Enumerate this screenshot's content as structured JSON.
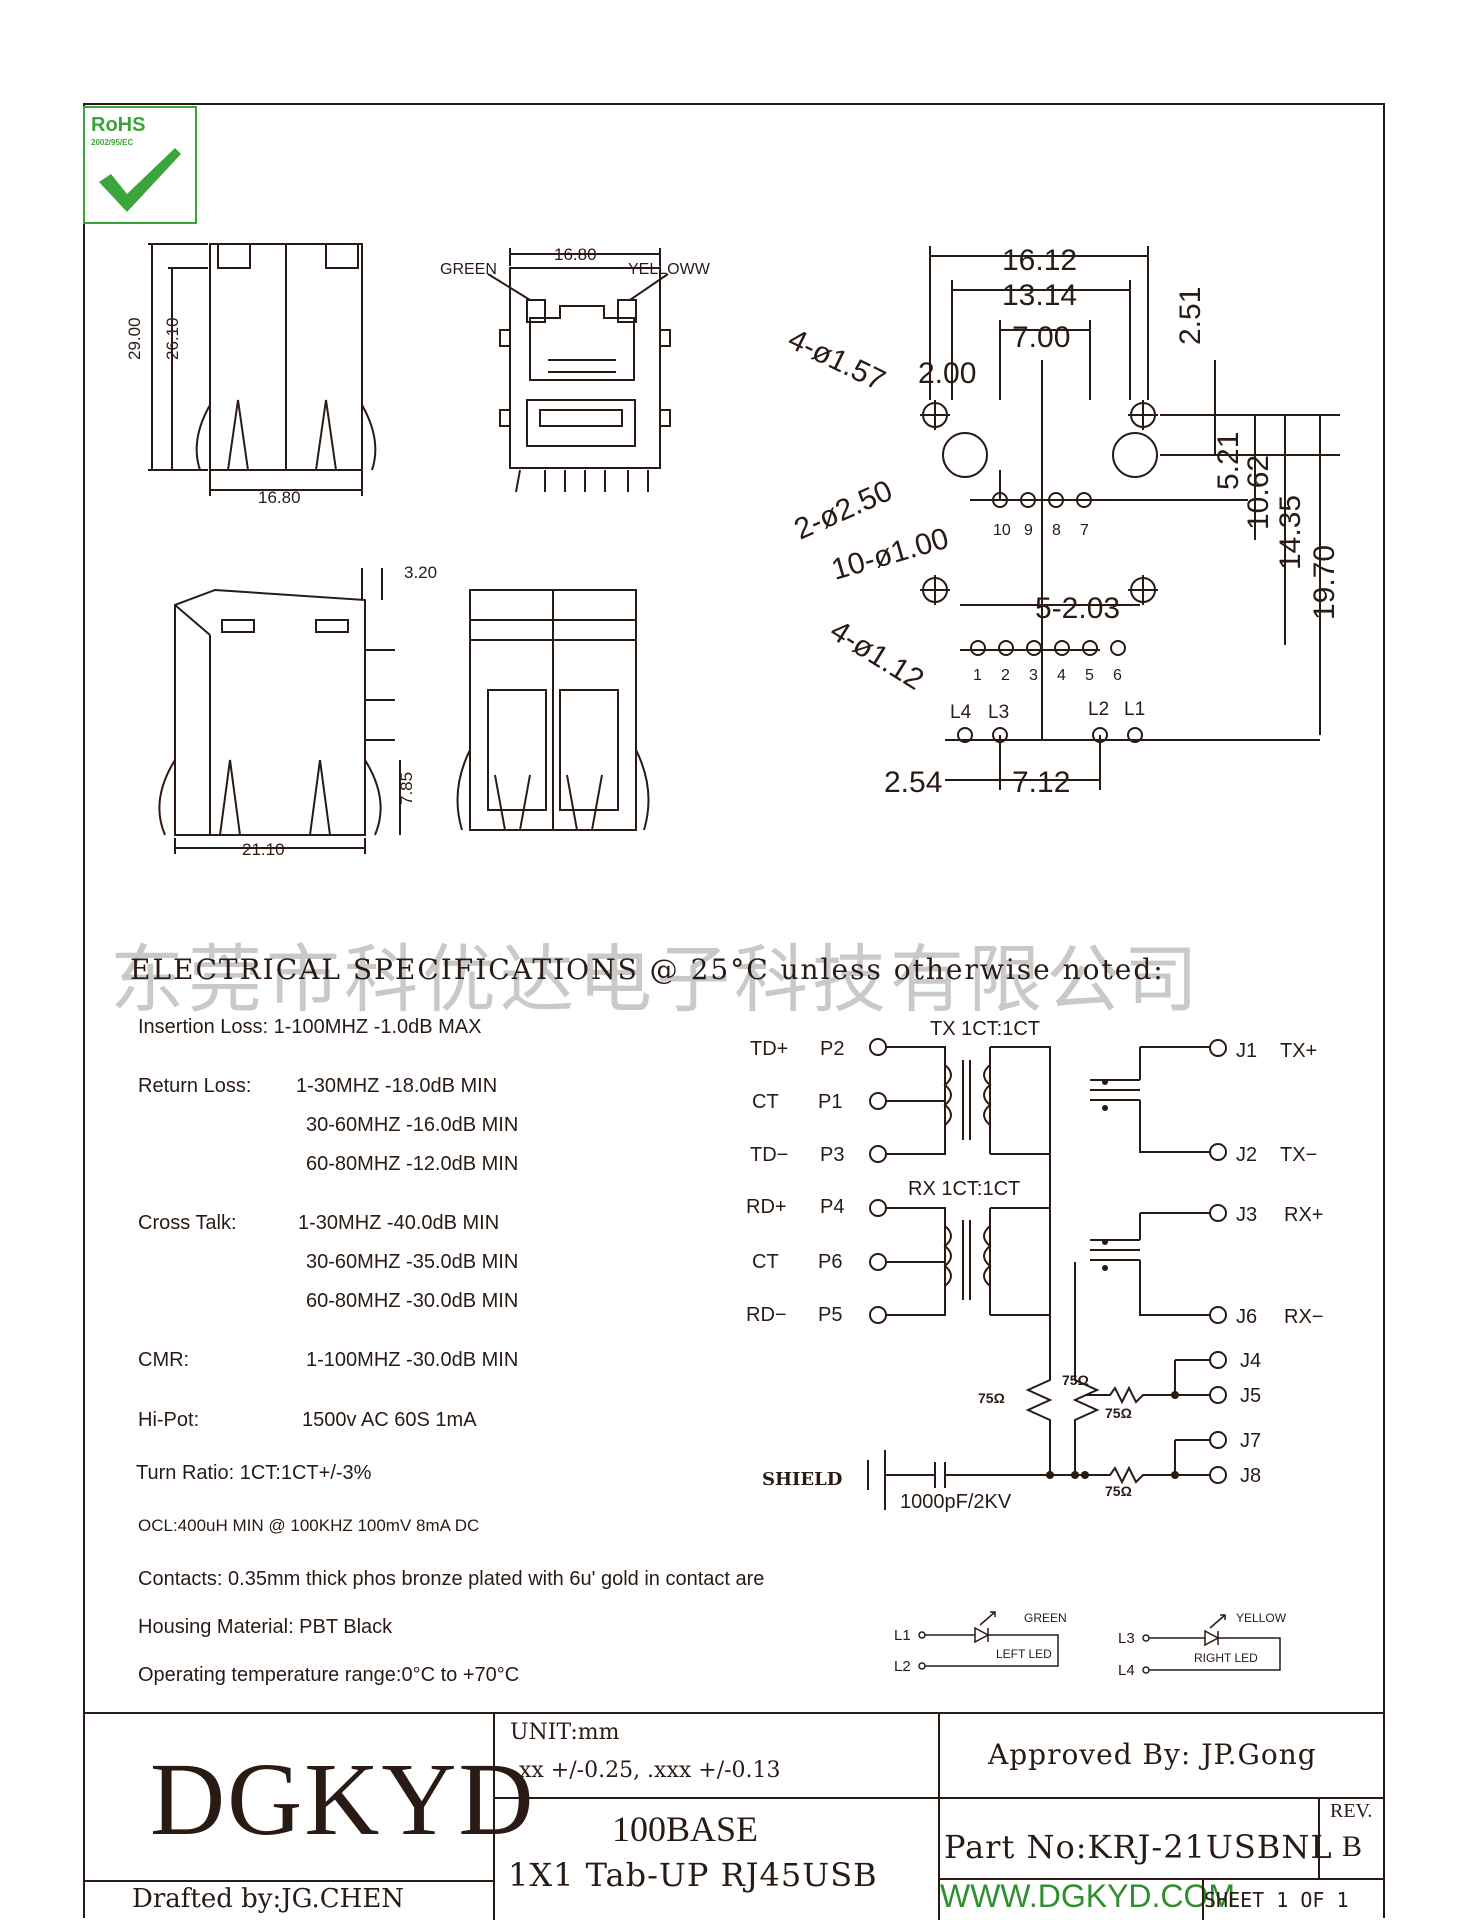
{
  "rohs": {
    "title": "RoHS",
    "subtitle": "2002/95/EC"
  },
  "colors": {
    "ink": "#2a1a14",
    "rohs_green": "#3aa53a",
    "site_green": "#2f8f2f",
    "watermark": "#c9c9c9"
  },
  "dims_side_top": {
    "height_total": "29.00",
    "height_inner": "26.10",
    "width": "16.80"
  },
  "dims_front_top": {
    "width": "16.80",
    "green": "GREEN",
    "yellow": "YELLOWW"
  },
  "dims_side_bottom": {
    "offset": "3.20",
    "height": "7.85",
    "width": "21.10"
  },
  "footprint": {
    "d1": "16.12",
    "d2": "13.14",
    "d3": "7.00",
    "d4": "2.00",
    "d5": "2.51",
    "d6": "5.21",
    "d7": "10.62",
    "d8": "14.35",
    "d9": "19.70",
    "hole1": "4-ø1.57",
    "hole2": "2-ø2.50",
    "hole3": "10-ø1.00",
    "hole4": "4-ø1.12",
    "pitch": "5-2.03",
    "d10": "2.54",
    "d11": "7.12",
    "pins_top": [
      "10",
      "9",
      "8",
      "7"
    ],
    "pins_mid": [
      "1",
      "2",
      "3",
      "4",
      "5",
      "6"
    ],
    "leds": [
      "L4",
      "L3",
      "L2",
      "L1"
    ]
  },
  "watermark": "东莞市科优达电子科技有限公司",
  "spec_title": "ELECTRICAL SPECIFICATIONS @ 25°C unless otherwise noted:",
  "specs": {
    "insertion": "Insertion Loss:  1-100MHZ  -1.0dB MAX",
    "return_label": "Return Loss:",
    "return_1": "1-30MHZ    -18.0dB MIN",
    "return_2": "30-60MHZ  -16.0dB MIN",
    "return_3": "60-80MHZ  -12.0dB MIN",
    "cross_label": "Cross Talk:",
    "cross_1": "1-30MHZ    -40.0dB MIN",
    "cross_2": "30-60MHZ  -35.0dB MIN",
    "cross_3": "60-80MHZ  -30.0dB MIN",
    "cmr_label": "CMR:",
    "cmr_val": "1-100MHZ  -30.0dB MIN",
    "hipot_label": "Hi-Pot:",
    "hipot_val": "1500v AC 60S 1mA",
    "turn": "Turn Ratio: 1CT:1CT+/-3%",
    "ocl": "OCL:400uH MIN @ 100KHZ 100mV 8mA DC",
    "contacts": "Contacts: 0.35mm thick phos bronze plated with 6u' gold in contact are",
    "housing": "Housing Material: PBT Black",
    "temp": "Operating temperature range:0°C to +70°C"
  },
  "schematic": {
    "tx_label": "TX 1CT:1CT",
    "rx_label": "RX 1CT:1CT",
    "left_pins": [
      [
        "TD+",
        "P2"
      ],
      [
        "CT",
        "P1"
      ],
      [
        "TD−",
        "P3"
      ],
      [
        "RD+",
        "P4"
      ],
      [
        "CT",
        "P6"
      ],
      [
        "RD−",
        "P5"
      ]
    ],
    "right_pins": [
      [
        "J1",
        "TX+"
      ],
      [
        "J2",
        "TX−"
      ],
      [
        "J3",
        "RX+"
      ],
      [
        "J6",
        "RX−"
      ]
    ],
    "j_lower": [
      "J4",
      "J5",
      "J7",
      "J8"
    ],
    "r75": "75Ω",
    "shield": "SHIELD",
    "cap": "1000pF/2KV"
  },
  "leds": {
    "left": {
      "a": "L1",
      "b": "L2",
      "color": "GREEN",
      "name": "LEFT LED"
    },
    "right": {
      "a": "L3",
      "b": "L4",
      "color": "YELLOW",
      "name": "RIGHT LED"
    }
  },
  "title_block": {
    "company": "DGKYD",
    "drafted": "Drafted by:JG.CHEN",
    "unit": "UNIT:mm",
    "tol": ".xx   +/-0.25,  .xxx  +/-0.13",
    "desc1": "100BASE",
    "desc2": "1X1 Tab-UP RJ45USB",
    "approved": "Approved By: JP.Gong",
    "rev_label": "REV.",
    "rev": "B",
    "part": "Part No:KRJ-21USBNL",
    "website": "WWW.DGKYD.COM",
    "sheet": "SHEET  1  OF  1"
  }
}
